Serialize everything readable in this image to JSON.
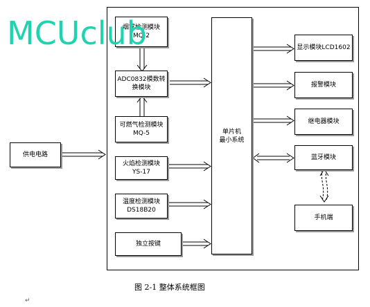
{
  "watermark": "MCUclub",
  "caption": "图 2-1 整体系统框图",
  "para_mark": "↵",
  "blocks": {
    "smoke": [
      "烟雾检测模块",
      "MQ-2"
    ],
    "adc": [
      "ADC0832模数转",
      "换模块"
    ],
    "gas": [
      "可燃气检测模块",
      "MQ-5"
    ],
    "flame": [
      "火焰检测模块",
      "YS-17"
    ],
    "temp": [
      "温度检测模块",
      "DS18B20"
    ],
    "key": [
      "独立按键"
    ],
    "power": [
      "供电电路"
    ],
    "mcu": [
      "单片机",
      "最小系统"
    ],
    "lcd": [
      "显示模块LCD1602"
    ],
    "alarm": [
      "报警模块"
    ],
    "relay": [
      "继电器模块"
    ],
    "bt": [
      "蓝牙模块"
    ],
    "phone": [
      "手机端"
    ]
  }
}
